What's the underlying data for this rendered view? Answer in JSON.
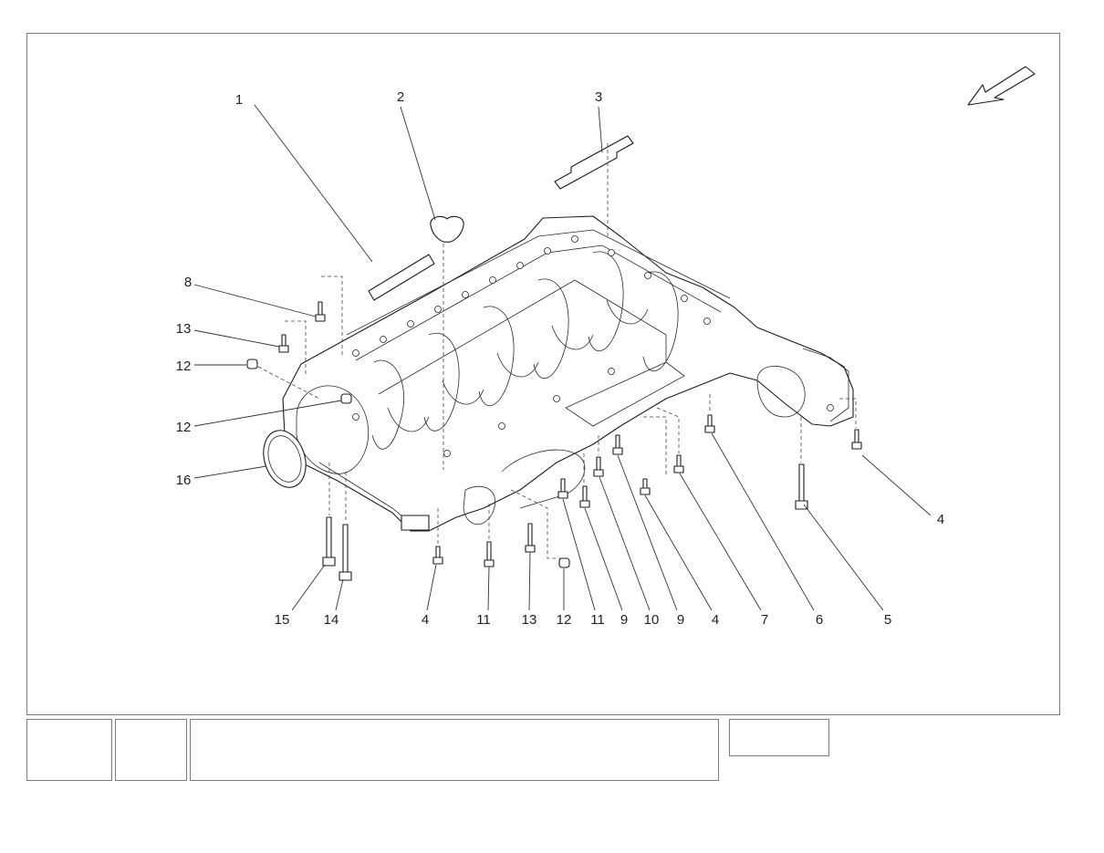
{
  "callouts": [
    {
      "label": "1"
    },
    {
      "label": "2"
    },
    {
      "label": "3"
    },
    {
      "label": "8"
    },
    {
      "label": "13"
    },
    {
      "label": "12"
    },
    {
      "label": "12"
    },
    {
      "label": "16"
    },
    {
      "label": "4"
    },
    {
      "label": "15"
    },
    {
      "label": "14"
    },
    {
      "label": "4"
    },
    {
      "label": "11"
    },
    {
      "label": "13"
    },
    {
      "label": "12"
    },
    {
      "label": "11"
    },
    {
      "label": "9"
    },
    {
      "label": "10"
    },
    {
      "label": "9"
    },
    {
      "label": "4"
    },
    {
      "label": "7"
    },
    {
      "label": "6"
    },
    {
      "label": "5"
    }
  ],
  "icons": {
    "direction_arrow": "orientation-arrow-icon"
  },
  "colors": {
    "line": "#1c1c1c",
    "frame": "#7a7a7a"
  }
}
